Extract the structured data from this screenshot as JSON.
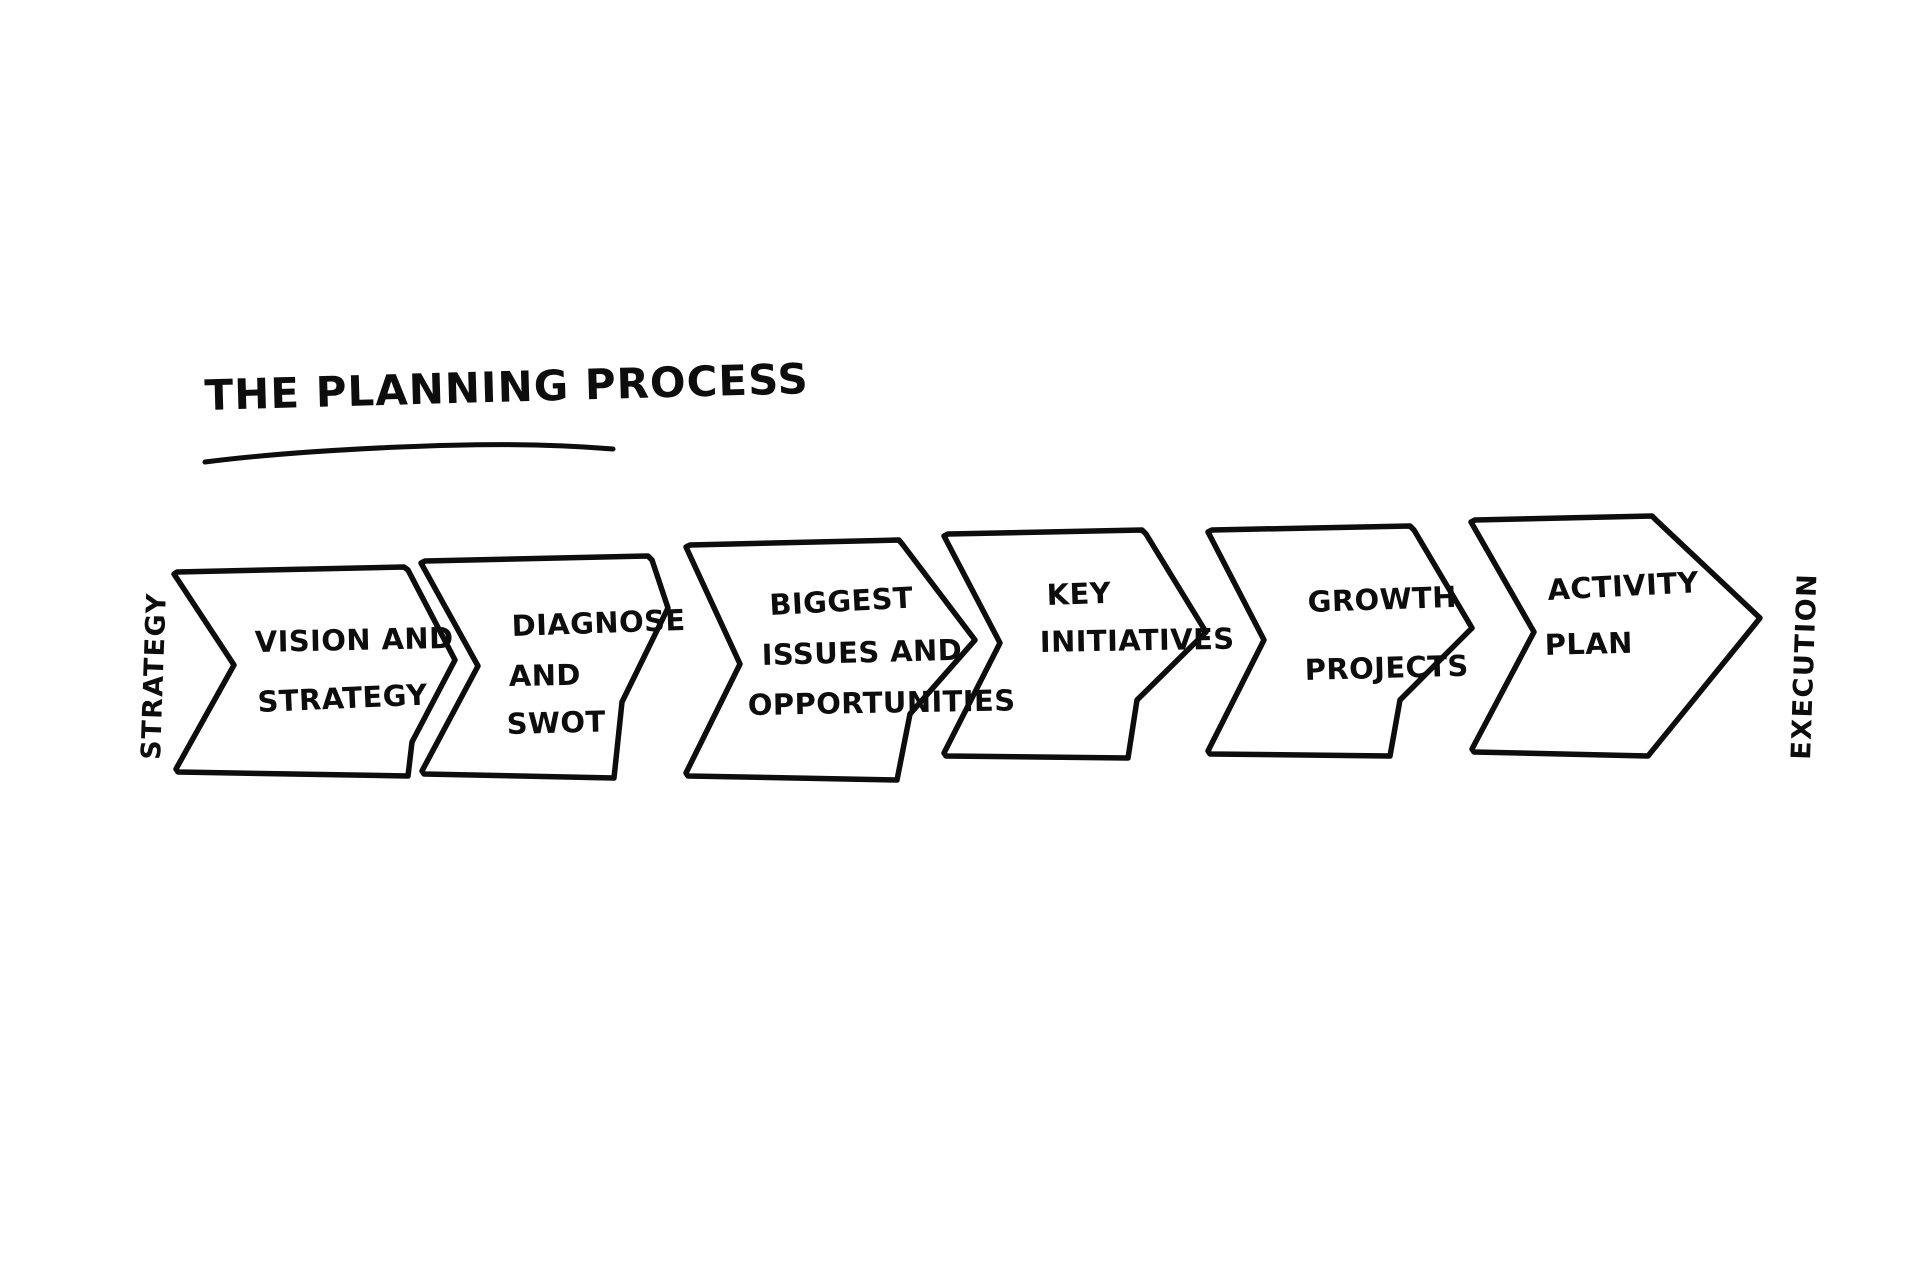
{
  "diagram": {
    "title": "THE PLANNING PROCESS",
    "style": "hand-drawn marker sketch on white paper",
    "ink_color": "#0d0d0d",
    "background_color": "#ffffff",
    "left_axis_label": "STRATEGY",
    "right_axis_label": "EXECUTION",
    "steps": [
      {
        "index": 1,
        "name": "vision-and-strategy",
        "lines": [
          "VISION AND",
          "STRATEGY"
        ],
        "full_label": "VISION AND STRATEGY"
      },
      {
        "index": 2,
        "name": "diagnose-and-swot",
        "lines": [
          "DIAGNOSE",
          "AND",
          "SWOT"
        ],
        "full_label": "DIAGNOSE AND SWOT"
      },
      {
        "index": 3,
        "name": "biggest-issues-and-opportunities",
        "lines": [
          "BIGGEST",
          "ISSUES AND",
          "OPPORTUNITIES"
        ],
        "full_label": "BIGGEST ISSUES AND OPPORTUNITIES"
      },
      {
        "index": 4,
        "name": "key-initiatives",
        "lines": [
          "KEY",
          "INITIATIVES"
        ],
        "full_label": "KEY INITIATIVES"
      },
      {
        "index": 5,
        "name": "growth-projects",
        "lines": [
          "GROWTH",
          "PROJECTS"
        ],
        "full_label": "GROWTH PROJECTS"
      },
      {
        "index": 6,
        "name": "activity-plan",
        "lines": [
          "ACTIVITY",
          "PLAN"
        ],
        "full_label": "ACTIVITY PLAN"
      }
    ]
  }
}
